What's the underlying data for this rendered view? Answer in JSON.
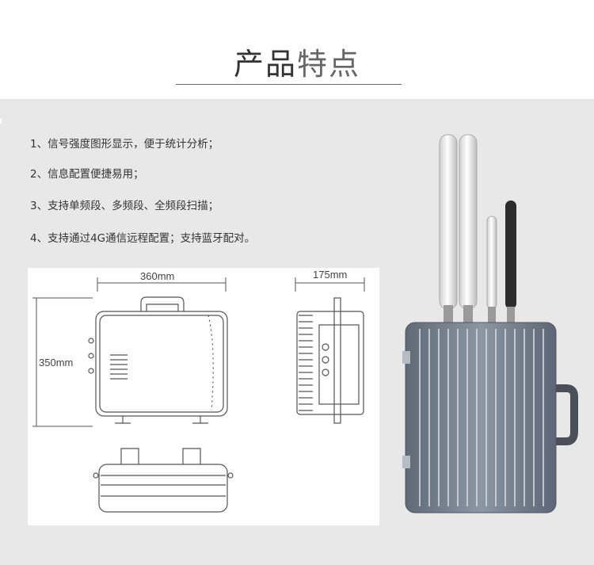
{
  "header": {
    "title_part1": "产品",
    "title_part2": "特点"
  },
  "features": [
    "1、信号强度图形显示，便于统计分析；",
    "2、信息配置便捷易用；",
    "3、支持单频段、多频段、全频段扫描；",
    "4、支持通过4G通信远程配置；支持蓝牙配对。"
  ],
  "drawing": {
    "width_label": "360mm",
    "height_label": "350mm",
    "depth_label": "175mm"
  },
  "colors": {
    "panel": "#e8e8e8",
    "rule": "#6a6a6a",
    "device_body": "#7c8794"
  }
}
